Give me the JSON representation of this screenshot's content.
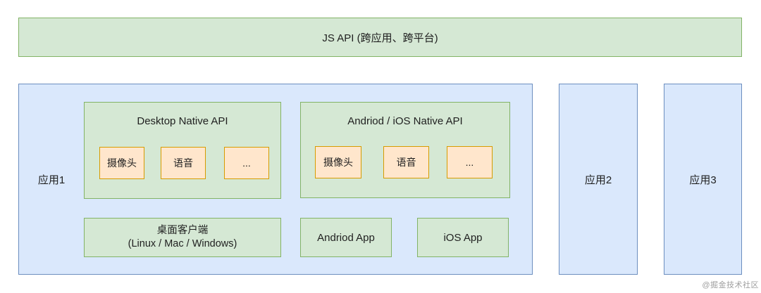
{
  "colors": {
    "green_fill": "#d5e8d4",
    "green_border": "#82b366",
    "blue_fill": "#dae8fc",
    "blue_border": "#6c8ebf",
    "orange_fill": "#ffe6cc",
    "orange_border": "#d79b00",
    "text": "#1f1f1f",
    "watermark_text": "#9e9e9e"
  },
  "top_bar": {
    "label": "JS API (跨应用、跨平台)"
  },
  "app1": {
    "label": "应用1",
    "desktop_api": {
      "title": "Desktop Native API",
      "items": [
        "摄像头",
        "语音",
        "..."
      ]
    },
    "mobile_api": {
      "title": "Andriod / iOS Native API",
      "items": [
        "摄像头",
        "语音",
        "..."
      ]
    },
    "desktop_client": {
      "line1": "桌面客户端",
      "line2": "(Linux / Mac / Windows)"
    },
    "andriod_app": {
      "label": "Andriod App"
    },
    "ios_app": {
      "label": "iOS App"
    }
  },
  "app2": {
    "label": "应用2"
  },
  "app3": {
    "label": "应用3"
  },
  "watermark": {
    "label": "@掘金技术社区"
  }
}
